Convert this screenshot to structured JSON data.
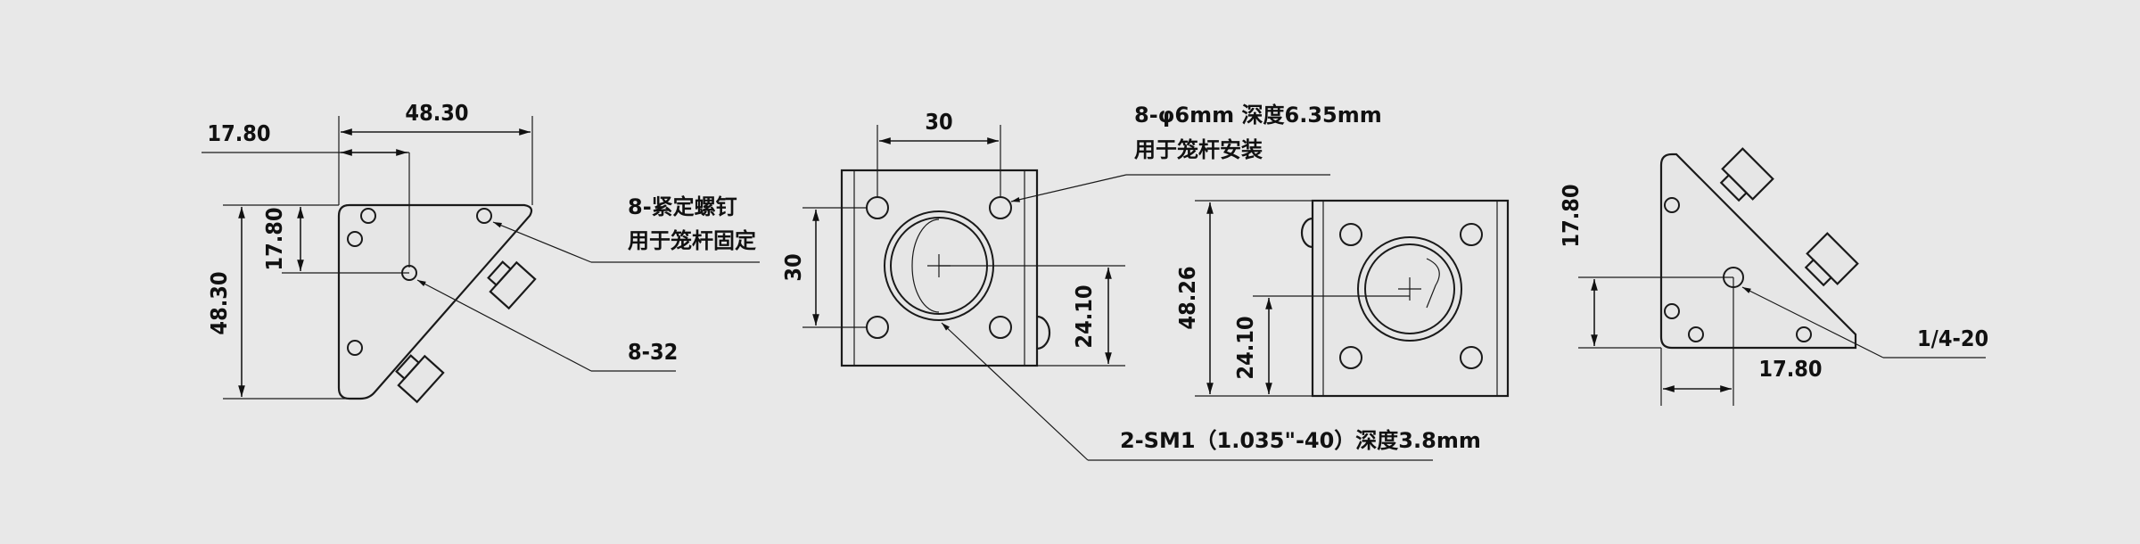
{
  "views": {
    "side_left": {
      "dims": {
        "width_top": "48.30",
        "offset_top": "17.80",
        "height_left": "48.30",
        "offset_left": "17.80"
      },
      "notes": {
        "setscrew_line1": "8-紧定螺钉",
        "setscrew_line2": "用于笼杆固定",
        "thread": "8-32"
      }
    },
    "front": {
      "dims": {
        "hole_spacing_h": "30",
        "hole_spacing_v": "30",
        "center_height": "24.10"
      },
      "notes": {
        "holes_line1": "8-φ6mm 深度6.35mm",
        "holes_line2": "用于笼杆安装",
        "sm1": "2-SM1（1.035\"-40）深度3.8mm"
      }
    },
    "back": {
      "dims": {
        "height": "48.26",
        "center_height": "24.10"
      }
    },
    "side_right": {
      "dims": {
        "vertical": "17.80",
        "horizontal": "17.80"
      },
      "notes": {
        "thread": "1/4-20"
      }
    }
  }
}
